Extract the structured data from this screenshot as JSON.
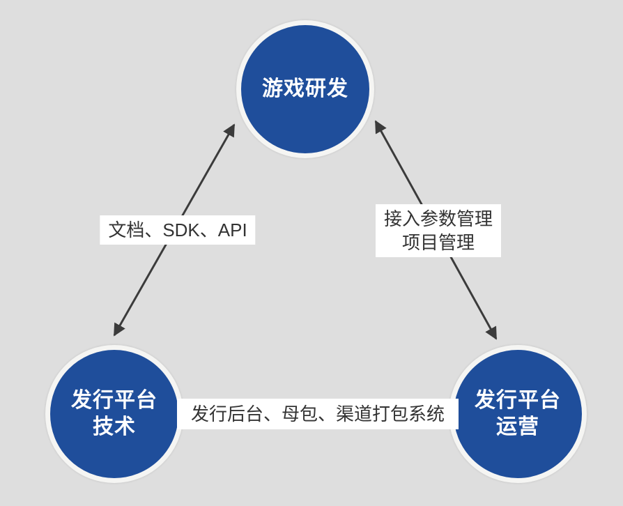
{
  "diagram": {
    "nodes": {
      "top": {
        "label": "游戏研发"
      },
      "bottom_left": {
        "label_line1": "发行平台",
        "label_line2": "技术"
      },
      "bottom_right": {
        "label_line1": "发行平台",
        "label_line2": "运营"
      }
    },
    "edges": {
      "left": {
        "label": "文档、SDK、API"
      },
      "right": {
        "label_line1": "接入参数管理",
        "label_line2": "项目管理"
      },
      "bottom": {
        "label": "发行后台、母包、渠道打包系统"
      }
    }
  },
  "colors": {
    "background": "#dedede",
    "node_fill": "#1f4e9b",
    "node_ring": "#f5f5f3",
    "node_text": "#ffffff",
    "arrow": "#3b3b3b",
    "label_bg": "#ffffff",
    "label_text": "#333333"
  }
}
